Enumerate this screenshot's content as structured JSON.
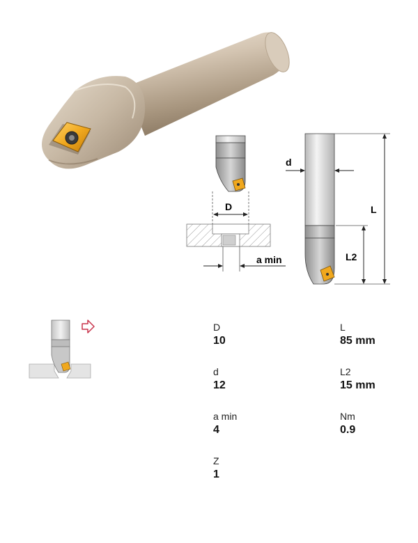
{
  "diagram_labels": {
    "d": "d",
    "D": "D",
    "L": "L",
    "L2": "L2",
    "a_min": "a min"
  },
  "specs": [
    {
      "label": "D",
      "value": "10"
    },
    {
      "label": "d",
      "value": "12"
    },
    {
      "label": "a min",
      "value": "4"
    },
    {
      "label": "Z",
      "value": "1"
    },
    {
      "label": "L",
      "value": "85 mm"
    },
    {
      "label": "L2",
      "value": "15 mm"
    },
    {
      "label": "Nm",
      "value": "0.9"
    }
  ],
  "colors": {
    "tool_steel": "#c9b9a6",
    "insert_gold": "#f0a81e",
    "arrow_accent": "#c8324a"
  }
}
